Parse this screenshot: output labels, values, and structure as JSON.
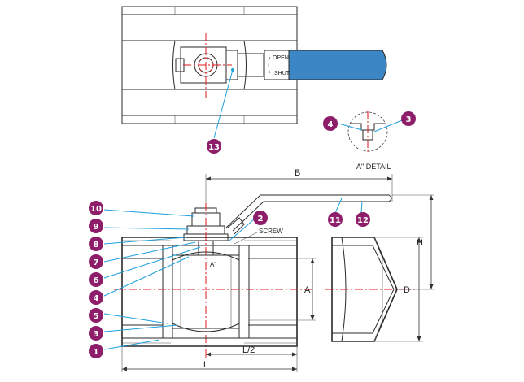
{
  "top_view": {
    "handle_open_label": "OPEN",
    "handle_shut_label": "SHUT",
    "handle_color": "#3d86c6",
    "callout": "13"
  },
  "detail": {
    "title": "A\" DETAIL",
    "callouts": [
      "4",
      "3"
    ]
  },
  "section_view": {
    "screw_label": "SCREW",
    "point_label": "A\"",
    "left_callouts": [
      "10",
      "9",
      "8",
      "7",
      "6",
      "4",
      "5",
      "3",
      "1"
    ],
    "right_callouts": [
      "2",
      "11",
      "12"
    ]
  },
  "dimensions": {
    "B": "B",
    "A": "A",
    "D": "D",
    "H": "H",
    "L": "L",
    "L_half": "L/2"
  },
  "colors": {
    "callout_bubble": "#8e1e6a",
    "leader_line": "#1ea0dc",
    "center_line": "#e0191c"
  }
}
